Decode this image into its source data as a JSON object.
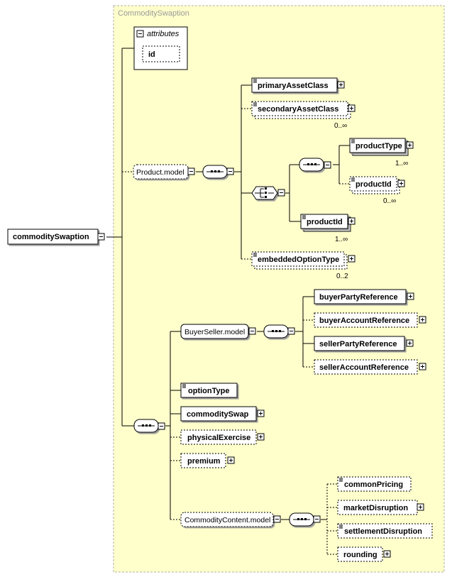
{
  "title": "CommoditySwaption",
  "attributes": {
    "header": "attributes",
    "items": [
      "id"
    ]
  },
  "root": "commoditySwaption",
  "groups": {
    "product_model": "Product.model",
    "buyer_seller_model": "BuyerSeller.model",
    "commodity_content_model": "CommodityContent.model"
  },
  "product_elements": {
    "primary_asset_class": "primaryAssetClass",
    "secondary_asset_class": "secondaryAssetClass",
    "secondary_asset_class_card": "0..∞",
    "product_type": "productType",
    "product_type_card": "1..∞",
    "product_id_optional": "productId",
    "product_id_optional_card": "0..∞",
    "product_id": "productId",
    "product_id_card": "1..∞",
    "embedded_option_type": "embeddedOptionType",
    "embedded_option_type_card": "0..2"
  },
  "buyer_seller_elements": {
    "buyer_party_reference": "buyerPartyReference",
    "buyer_account_reference": "buyerAccountReference",
    "seller_party_reference": "sellerPartyReference",
    "seller_account_reference": "sellerAccountReference"
  },
  "main_elements": {
    "option_type": "optionType",
    "commodity_swap": "commoditySwap",
    "physical_exercise": "physicalExercise",
    "premium": "premium"
  },
  "commodity_content_elements": {
    "common_pricing": "commonPricing",
    "market_disruption": "marketDisruption",
    "settlement_disruption": "settlementDisruption",
    "rounding": "rounding"
  },
  "colors": {
    "panel_fill": "#ffffcc",
    "panel_border": "#b0b0a0",
    "line": "#000000",
    "shadow": "#9a9a9a"
  }
}
